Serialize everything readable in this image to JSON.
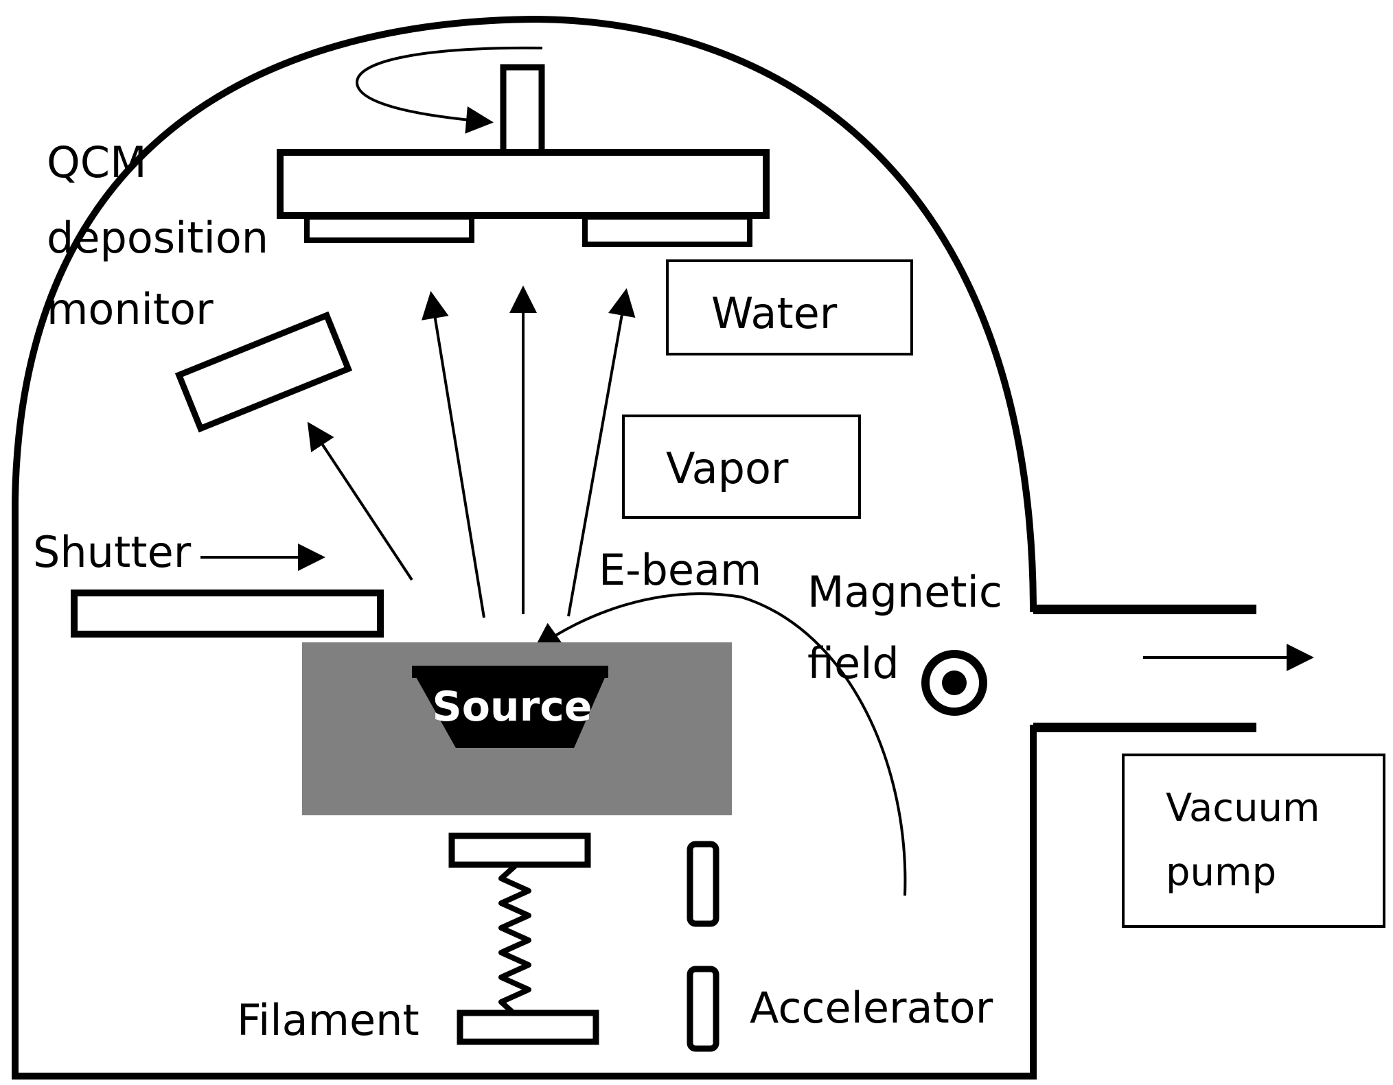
{
  "labels": {
    "qcm_line1": "QCM",
    "qcm_line2": "deposition",
    "qcm_line3": "monitor",
    "water": "Water",
    "vapor": "Vapor",
    "shutter": "Shutter",
    "ebeam": "E-beam",
    "magnetic_line1": "Magnetic",
    "magnetic_line2": "field",
    "source": "Source",
    "vacuum_line1": "Vacuum",
    "vacuum_line2": "pump",
    "filament": "Filament",
    "accelerator": "Accelerator"
  },
  "colors": {
    "stroke": "#000000",
    "crucible_block": "#808080",
    "source_text": "#ffffff"
  }
}
